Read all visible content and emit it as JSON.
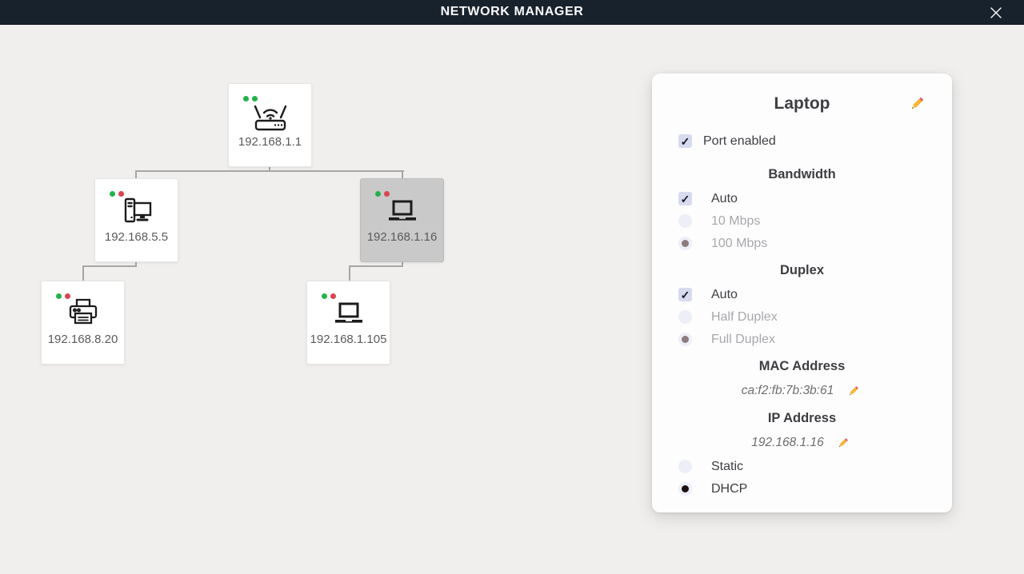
{
  "header": {
    "title": "NETWORK MANAGER"
  },
  "icons": {
    "close": "close-x",
    "edit": "pencil",
    "check": "✓"
  },
  "colors": {
    "status_up": "#25b14b",
    "status_down": "#d9454f",
    "selected_node_bg": "#c9c9c9",
    "header_bg": "#18222d",
    "muted_dot": "#8b7d7d",
    "dark_dot": "#1d0e11"
  },
  "topology": {
    "nodes": [
      {
        "label": "192.168.1.1",
        "device": "router",
        "selected": false,
        "status_dots": [
          "#25b14b",
          "#25b14b"
        ]
      },
      {
        "label": "192.168.5.5",
        "device": "desktop",
        "selected": false,
        "status_dots": [
          "#25b14b",
          "#d9454f"
        ]
      },
      {
        "label": "192.168.1.16",
        "device": "laptop",
        "selected": true,
        "status_dots": [
          "#25b14b",
          "#d9454f"
        ]
      },
      {
        "label": "192.168.8.20",
        "device": "printer",
        "selected": false,
        "status_dots": [
          "#25b14b",
          "#d9454f"
        ]
      },
      {
        "label": "192.168.1.105",
        "device": "laptop",
        "selected": false,
        "status_dots": [
          "#25b14b",
          "#d9454f"
        ]
      }
    ]
  },
  "panel": {
    "title": "Laptop",
    "port_enabled": {
      "label": "Port enabled",
      "checked": true
    },
    "bandwidth": {
      "heading": "Bandwidth",
      "auto": {
        "label": "Auto",
        "checked": true
      },
      "options": [
        {
          "label": "10 Mbps",
          "selected": false
        },
        {
          "label": "100 Mbps",
          "selected": true
        }
      ]
    },
    "duplex": {
      "heading": "Duplex",
      "auto": {
        "label": "Auto",
        "checked": true
      },
      "options": [
        {
          "label": "Half Duplex",
          "selected": false
        },
        {
          "label": "Full Duplex",
          "selected": true
        }
      ]
    },
    "mac_address": {
      "heading": "MAC Address",
      "value": "ca:f2:fb:7b:3b:61"
    },
    "ip_address": {
      "heading": "IP Address",
      "value": "192.168.1.16"
    },
    "ip_mode": {
      "options": [
        {
          "label": "Static",
          "selected": false
        },
        {
          "label": "DHCP",
          "selected": true
        }
      ]
    }
  }
}
